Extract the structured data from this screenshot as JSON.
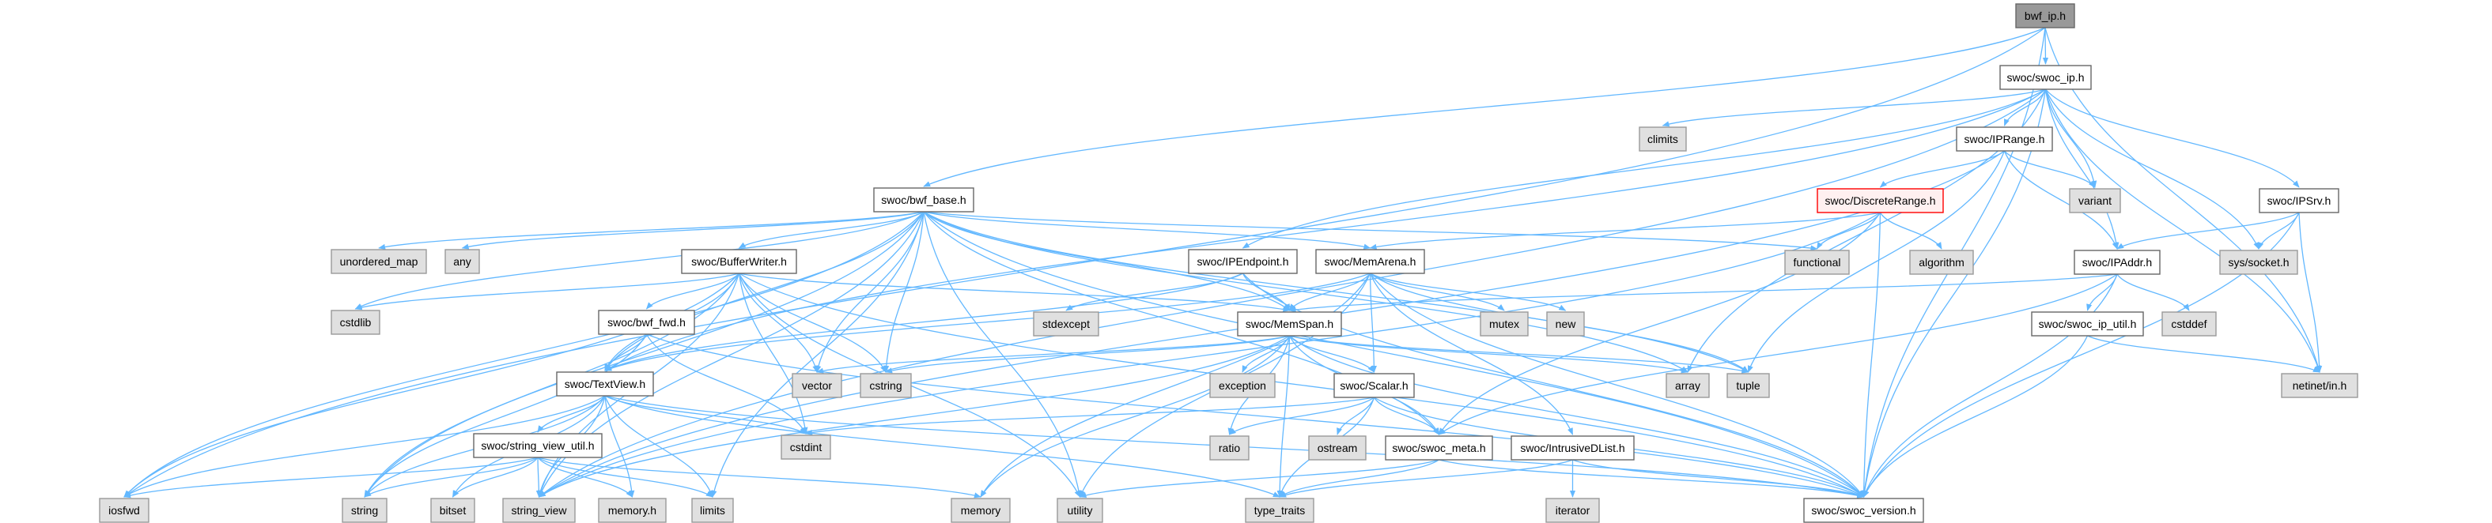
{
  "graph": {
    "nodes": [
      {
        "id": "bwf_ip",
        "label": "bwf_ip.h",
        "kind": "root"
      },
      {
        "id": "swoc_ip",
        "label": "swoc/swoc_ip.h",
        "kind": "local"
      },
      {
        "id": "climits",
        "label": "climits",
        "kind": "system"
      },
      {
        "id": "IPRange",
        "label": "swoc/IPRange.h",
        "kind": "local"
      },
      {
        "id": "variant",
        "label": "variant",
        "kind": "system"
      },
      {
        "id": "bwf_base",
        "label": "swoc/bwf_base.h",
        "kind": "local"
      },
      {
        "id": "DiscreteRange",
        "label": "swoc/DiscreteRange.h",
        "kind": "highlight"
      },
      {
        "id": "IPSrv",
        "label": "swoc/IPSrv.h",
        "kind": "local"
      },
      {
        "id": "unordered_map",
        "label": "unordered_map",
        "kind": "system"
      },
      {
        "id": "any",
        "label": "any",
        "kind": "system"
      },
      {
        "id": "BufferWriter",
        "label": "swoc/BufferWriter.h",
        "kind": "local"
      },
      {
        "id": "IPEndpoint",
        "label": "swoc/IPEndpoint.h",
        "kind": "local"
      },
      {
        "id": "MemArena",
        "label": "swoc/MemArena.h",
        "kind": "local"
      },
      {
        "id": "functional",
        "label": "functional",
        "kind": "system"
      },
      {
        "id": "algorithm",
        "label": "algorithm",
        "kind": "system"
      },
      {
        "id": "IPAddr",
        "label": "swoc/IPAddr.h",
        "kind": "local"
      },
      {
        "id": "sys_socket",
        "label": "sys/socket.h",
        "kind": "system"
      },
      {
        "id": "cstdlib",
        "label": "cstdlib",
        "kind": "system"
      },
      {
        "id": "bwf_fwd",
        "label": "swoc/bwf_fwd.h",
        "kind": "local"
      },
      {
        "id": "stdexcept",
        "label": "stdexcept",
        "kind": "system"
      },
      {
        "id": "MemSpan",
        "label": "swoc/MemSpan.h",
        "kind": "local"
      },
      {
        "id": "mutex",
        "label": "mutex",
        "kind": "system"
      },
      {
        "id": "new",
        "label": "new",
        "kind": "system"
      },
      {
        "id": "swoc_ip_util",
        "label": "swoc/swoc_ip_util.h",
        "kind": "local"
      },
      {
        "id": "cstddef",
        "label": "cstddef",
        "kind": "system"
      },
      {
        "id": "TextView",
        "label": "swoc/TextView.h",
        "kind": "local"
      },
      {
        "id": "vector",
        "label": "vector",
        "kind": "system"
      },
      {
        "id": "cstring",
        "label": "cstring",
        "kind": "system"
      },
      {
        "id": "exception",
        "label": "exception",
        "kind": "system"
      },
      {
        "id": "Scalar",
        "label": "swoc/Scalar.h",
        "kind": "local"
      },
      {
        "id": "array",
        "label": "array",
        "kind": "system"
      },
      {
        "id": "tuple",
        "label": "tuple",
        "kind": "system"
      },
      {
        "id": "netinet_in",
        "label": "netinet/in.h",
        "kind": "system"
      },
      {
        "id": "string_view_util",
        "label": "swoc/string_view_util.h",
        "kind": "local"
      },
      {
        "id": "cstdint",
        "label": "cstdint",
        "kind": "system"
      },
      {
        "id": "ratio",
        "label": "ratio",
        "kind": "system"
      },
      {
        "id": "ostream",
        "label": "ostream",
        "kind": "system"
      },
      {
        "id": "swoc_meta",
        "label": "swoc/swoc_meta.h",
        "kind": "local"
      },
      {
        "id": "IntrusiveDList",
        "label": "swoc/IntrusiveDList.h",
        "kind": "local"
      },
      {
        "id": "iosfwd",
        "label": "iosfwd",
        "kind": "system"
      },
      {
        "id": "string",
        "label": "string",
        "kind": "system"
      },
      {
        "id": "bitset",
        "label": "bitset",
        "kind": "system"
      },
      {
        "id": "string_view",
        "label": "string_view",
        "kind": "system"
      },
      {
        "id": "memory_h",
        "label": "memory.h",
        "kind": "system"
      },
      {
        "id": "limits",
        "label": "limits",
        "kind": "system"
      },
      {
        "id": "memory",
        "label": "memory",
        "kind": "system"
      },
      {
        "id": "utility",
        "label": "utility",
        "kind": "system"
      },
      {
        "id": "type_traits",
        "label": "type_traits",
        "kind": "system"
      },
      {
        "id": "iterator",
        "label": "iterator",
        "kind": "system"
      },
      {
        "id": "swoc_version",
        "label": "swoc/swoc_version.h",
        "kind": "local"
      }
    ],
    "edges": [
      [
        "bwf_ip",
        "swoc_ip"
      ],
      [
        "bwf_ip",
        "bwf_base"
      ],
      [
        "bwf_ip",
        "iosfwd"
      ],
      [
        "bwf_ip",
        "netinet_in"
      ],
      [
        "bwf_ip",
        "swoc_version"
      ],
      [
        "swoc_ip",
        "climits"
      ],
      [
        "swoc_ip",
        "IPEndpoint"
      ],
      [
        "swoc_ip",
        "IPRange"
      ],
      [
        "swoc_ip",
        "variant"
      ],
      [
        "swoc_ip",
        "IPAddr"
      ],
      [
        "swoc_ip",
        "IPSrv"
      ],
      [
        "swoc_ip",
        "sys_socket"
      ],
      [
        "swoc_ip",
        "netinet_in"
      ],
      [
        "swoc_ip",
        "swoc_version"
      ],
      [
        "swoc_ip",
        "array"
      ],
      [
        "swoc_ip",
        "TextView"
      ],
      [
        "swoc_ip",
        "string_view"
      ],
      [
        "IPRange",
        "DiscreteRange"
      ],
      [
        "IPRange",
        "variant"
      ],
      [
        "IPRange",
        "IPAddr"
      ],
      [
        "IPRange",
        "tuple"
      ],
      [
        "IPRange",
        "string_view"
      ],
      [
        "DiscreteRange",
        "functional"
      ],
      [
        "DiscreteRange",
        "algorithm"
      ],
      [
        "DiscreteRange",
        "swoc_version"
      ],
      [
        "DiscreteRange",
        "MemArena"
      ],
      [
        "DiscreteRange",
        "swoc_meta"
      ],
      [
        "DiscreteRange",
        "string_view"
      ],
      [
        "IPSrv",
        "IPAddr"
      ],
      [
        "IPSrv",
        "sys_socket"
      ],
      [
        "IPSrv",
        "netinet_in"
      ],
      [
        "IPSrv",
        "swoc_version"
      ],
      [
        "IPAddr",
        "swoc_ip_util"
      ],
      [
        "IPAddr",
        "cstddef"
      ],
      [
        "IPAddr",
        "swoc_version"
      ],
      [
        "IPAddr",
        "MemSpan"
      ],
      [
        "IPAddr",
        "swoc_meta"
      ],
      [
        "swoc_ip_util",
        "netinet_in"
      ],
      [
        "swoc_ip_util",
        "swoc_version"
      ],
      [
        "IPEndpoint",
        "MemSpan"
      ],
      [
        "IPEndpoint",
        "stdexcept"
      ],
      [
        "IPEndpoint",
        "TextView"
      ],
      [
        "IPEndpoint",
        "swoc_version"
      ],
      [
        "bwf_base",
        "unordered_map"
      ],
      [
        "bwf_base",
        "any"
      ],
      [
        "bwf_base",
        "BufferWriter"
      ],
      [
        "bwf_base",
        "iosfwd"
      ],
      [
        "bwf_base",
        "string"
      ],
      [
        "bwf_base",
        "string_view"
      ],
      [
        "bwf_base",
        "TextView"
      ],
      [
        "bwf_base",
        "MemSpan"
      ],
      [
        "bwf_base",
        "MemArena"
      ],
      [
        "bwf_base",
        "vector"
      ],
      [
        "bwf_base",
        "cstring"
      ],
      [
        "bwf_base",
        "utility"
      ],
      [
        "bwf_base",
        "limits"
      ],
      [
        "bwf_base",
        "functional"
      ],
      [
        "bwf_base",
        "array"
      ],
      [
        "bwf_base",
        "tuple"
      ],
      [
        "bwf_base",
        "swoc_version"
      ],
      [
        "bwf_base",
        "swoc_meta"
      ],
      [
        "bwf_base",
        "cstdlib"
      ],
      [
        "BufferWriter",
        "bwf_fwd"
      ],
      [
        "BufferWriter",
        "cstdlib"
      ],
      [
        "BufferWriter",
        "TextView"
      ],
      [
        "BufferWriter",
        "MemSpan"
      ],
      [
        "BufferWriter",
        "vector"
      ],
      [
        "BufferWriter",
        "cstring"
      ],
      [
        "BufferWriter",
        "string_view"
      ],
      [
        "BufferWriter",
        "iosfwd"
      ],
      [
        "BufferWriter",
        "utility"
      ],
      [
        "BufferWriter",
        "swoc_version"
      ],
      [
        "BufferWriter",
        "string"
      ],
      [
        "BufferWriter",
        "cstdint"
      ],
      [
        "bwf_fwd",
        "TextView"
      ],
      [
        "bwf_fwd",
        "cstdint"
      ],
      [
        "bwf_fwd",
        "string"
      ],
      [
        "bwf_fwd",
        "swoc_version"
      ],
      [
        "MemArena",
        "MemSpan"
      ],
      [
        "MemArena",
        "Scalar"
      ],
      [
        "MemArena",
        "mutex"
      ],
      [
        "MemArena",
        "new"
      ],
      [
        "MemArena",
        "memory"
      ],
      [
        "MemArena",
        "utility"
      ],
      [
        "MemArena",
        "IntrusiveDList"
      ],
      [
        "MemArena",
        "swoc_version"
      ],
      [
        "MemArena",
        "TextView"
      ],
      [
        "MemArena",
        "tuple"
      ],
      [
        "MemSpan",
        "vector"
      ],
      [
        "MemSpan",
        "cstring"
      ],
      [
        "MemSpan",
        "exception"
      ],
      [
        "MemSpan",
        "Scalar"
      ],
      [
        "MemSpan",
        "array"
      ],
      [
        "MemSpan",
        "tuple"
      ],
      [
        "MemSpan",
        "memory"
      ],
      [
        "MemSpan",
        "ratio"
      ],
      [
        "MemSpan",
        "type_traits"
      ],
      [
        "MemSpan",
        "string_view"
      ],
      [
        "MemSpan",
        "swoc_version"
      ],
      [
        "MemSpan",
        "swoc_meta"
      ],
      [
        "TextView",
        "string_view_util"
      ],
      [
        "TextView",
        "iosfwd"
      ],
      [
        "TextView",
        "string"
      ],
      [
        "TextView",
        "bitset"
      ],
      [
        "TextView",
        "string_view"
      ],
      [
        "TextView",
        "memory_h"
      ],
      [
        "TextView",
        "limits"
      ],
      [
        "TextView",
        "cstdint"
      ],
      [
        "TextView",
        "type_traits"
      ],
      [
        "TextView",
        "swoc_version"
      ],
      [
        "string_view_util",
        "iosfwd"
      ],
      [
        "string_view_util",
        "string"
      ],
      [
        "string_view_util",
        "bitset"
      ],
      [
        "string_view_util",
        "string_view"
      ],
      [
        "string_view_util",
        "memory_h"
      ],
      [
        "string_view_util",
        "limits"
      ],
      [
        "string_view_util",
        "memory"
      ],
      [
        "Scalar",
        "cstdint"
      ],
      [
        "Scalar",
        "ratio"
      ],
      [
        "Scalar",
        "ostream"
      ],
      [
        "Scalar",
        "swoc_meta"
      ],
      [
        "Scalar",
        "type_traits"
      ],
      [
        "Scalar",
        "swoc_version"
      ],
      [
        "swoc_meta",
        "utility"
      ],
      [
        "swoc_meta",
        "type_traits"
      ],
      [
        "swoc_meta",
        "swoc_version"
      ],
      [
        "IntrusiveDList",
        "iterator"
      ],
      [
        "IntrusiveDList",
        "type_traits"
      ],
      [
        "IntrusiveDList",
        "swoc_version"
      ]
    ]
  },
  "colors": {
    "edge": "#63b8ff",
    "local_border": "#666666",
    "system_fill": "#e0e0e0",
    "root_fill": "#999999",
    "highlight_border": "#ff0000"
  }
}
